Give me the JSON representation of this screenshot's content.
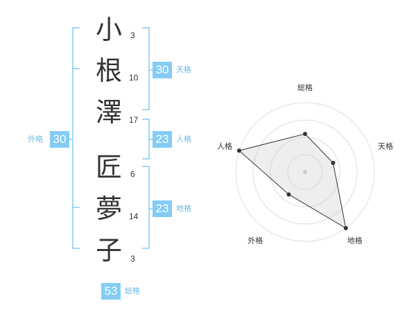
{
  "name": {
    "characters": [
      {
        "char": "小",
        "strokes": "3"
      },
      {
        "char": "根",
        "strokes": "10"
      },
      {
        "char": "澤",
        "strokes": "17"
      },
      {
        "char": "匠",
        "strokes": "6"
      },
      {
        "char": "夢",
        "strokes": "14"
      },
      {
        "char": "子",
        "strokes": "3"
      }
    ]
  },
  "fortunes": {
    "tenkaku": {
      "value": "30",
      "label": "天格"
    },
    "jinkaku": {
      "value": "23",
      "label": "人格"
    },
    "chikaku": {
      "value": "23",
      "label": "地格"
    },
    "gaikaku": {
      "value": "30",
      "label": "外格"
    },
    "soukaku": {
      "value": "53",
      "label": "総格"
    }
  },
  "colors": {
    "bracket": "#84ccf5",
    "badge": "#84ccf5",
    "label": "#6fb7e8"
  },
  "chart_data": {
    "type": "radar",
    "axes": [
      "総格",
      "天格",
      "地格",
      "外格",
      "人格"
    ],
    "max": 4,
    "values": [
      2.2,
      1.7,
      4,
      1.6,
      4
    ]
  }
}
